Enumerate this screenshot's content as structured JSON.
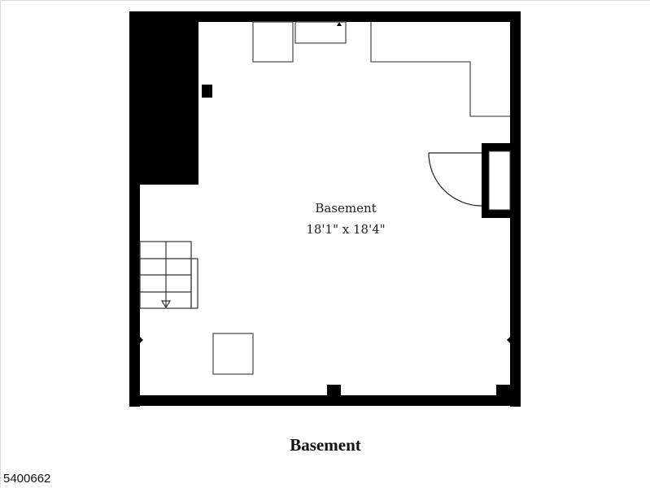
{
  "floor_plan": {
    "title": "Basement",
    "rooms": [
      {
        "name": "Basement",
        "dimensions": "18'1\" x 18'4\""
      }
    ],
    "features": [
      "exterior-wall",
      "stairs-down",
      "door-swing",
      "window-right",
      "counter-l-shape",
      "cabinet-top-left",
      "cabinet-top-center",
      "appliance-square-bottom",
      "column-post",
      "wall-markers"
    ],
    "colors": {
      "wall": "#000000",
      "fixture_stroke": "#555555",
      "background": "#ffffff"
    }
  },
  "footer": {
    "listing_id": "5400662"
  }
}
